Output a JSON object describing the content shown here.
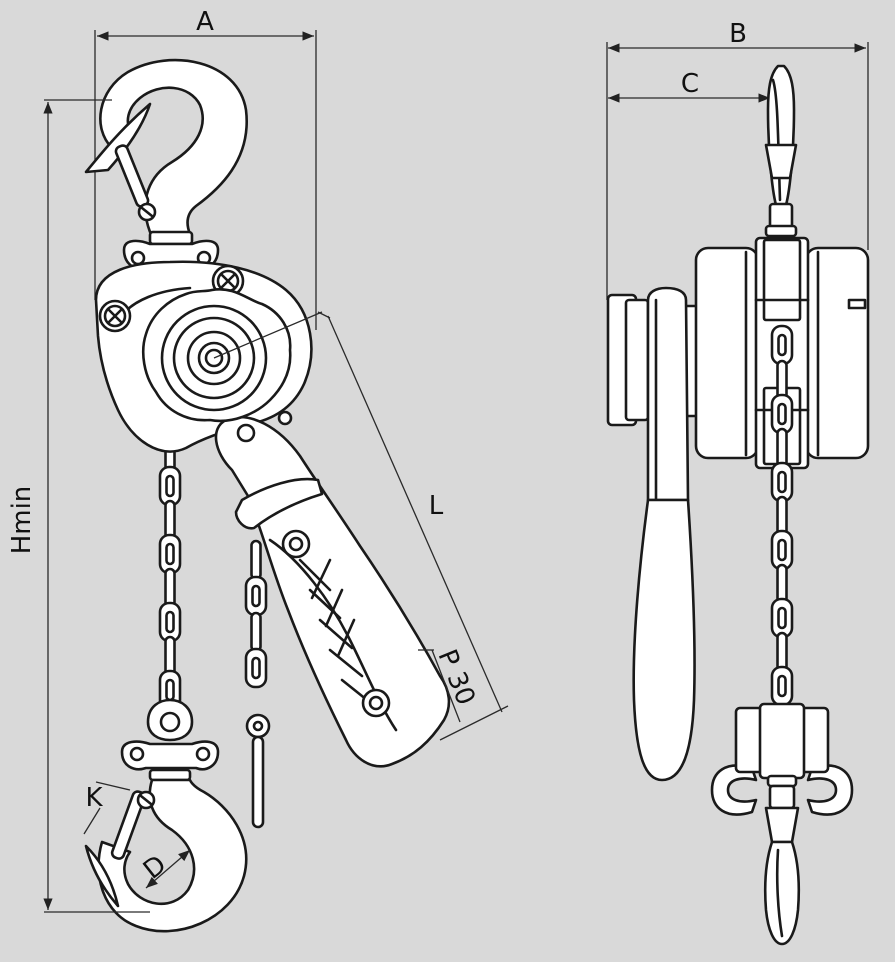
{
  "labels": {
    "A": "A",
    "B": "B",
    "C": "C",
    "L": "L",
    "Hmin": "Hmin",
    "P30": "P 30",
    "K": "K",
    "D": "D"
  },
  "colors": {
    "background": "#d9d9d9",
    "stroke": "#1a1a1a",
    "fill": "#ffffff"
  }
}
